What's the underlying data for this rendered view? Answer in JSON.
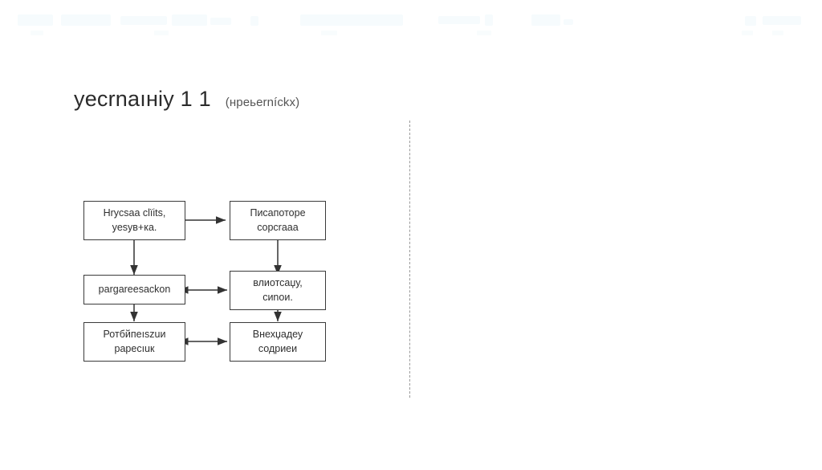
{
  "document": {
    "title": "yecrnaıнiу 1 1",
    "subtitle": "(нpeьerníckx)"
  },
  "flowchart": {
    "nodes": [
      {
        "id": "node-1",
        "lines": [
          "Hrycsaa clïits,",
          "yesyв+ка."
        ]
      },
      {
        "id": "node-2",
        "lines": [
          "Писапоторе",
          "copcraaa"
        ]
      },
      {
        "id": "node-3",
        "lines": [
          "рargareesackon"
        ]
      },
      {
        "id": "node-4",
        "lines": [
          "влиотсаџу,",
          "сиnои."
        ]
      },
      {
        "id": "node-5",
        "lines": [
          "Ротбйпeıszuи",
          "papecıuк"
        ]
      },
      {
        "id": "node-6",
        "lines": [
          "Внехџадеу",
          "содриеи"
        ]
      }
    ],
    "connectors": [
      {
        "id": "arrow-node1-to-node2",
        "direction": "right",
        "from": "node-1",
        "to": "node-2"
      },
      {
        "id": "arrow-node1-to-node3",
        "direction": "down",
        "from": "node-1",
        "to": "node-3"
      },
      {
        "id": "arrow-node2-to-node4",
        "direction": "down",
        "from": "node-2",
        "to": "node-4"
      },
      {
        "id": "arrow-node3-to-node4",
        "direction": "both",
        "from": "node-3",
        "to": "node-4"
      },
      {
        "id": "arrow-node3-to-node5",
        "direction": "down",
        "from": "node-3",
        "to": "node-5"
      },
      {
        "id": "arrow-node4-to-node6",
        "direction": "down",
        "from": "node-4",
        "to": "node-6"
      },
      {
        "id": "arrow-node5-to-node6",
        "direction": "both",
        "from": "node-5",
        "to": "node-6"
      }
    ]
  },
  "divider": {
    "style": "dashed",
    "orientation": "vertical",
    "color": "#9a9a9a"
  },
  "colors": {
    "background": "#ffffff",
    "box_border": "#3b3b3b",
    "text": "#2f2f2f",
    "title_text": "#2b2b2b",
    "subtitle_text": "#545454",
    "connector": "#333333"
  }
}
